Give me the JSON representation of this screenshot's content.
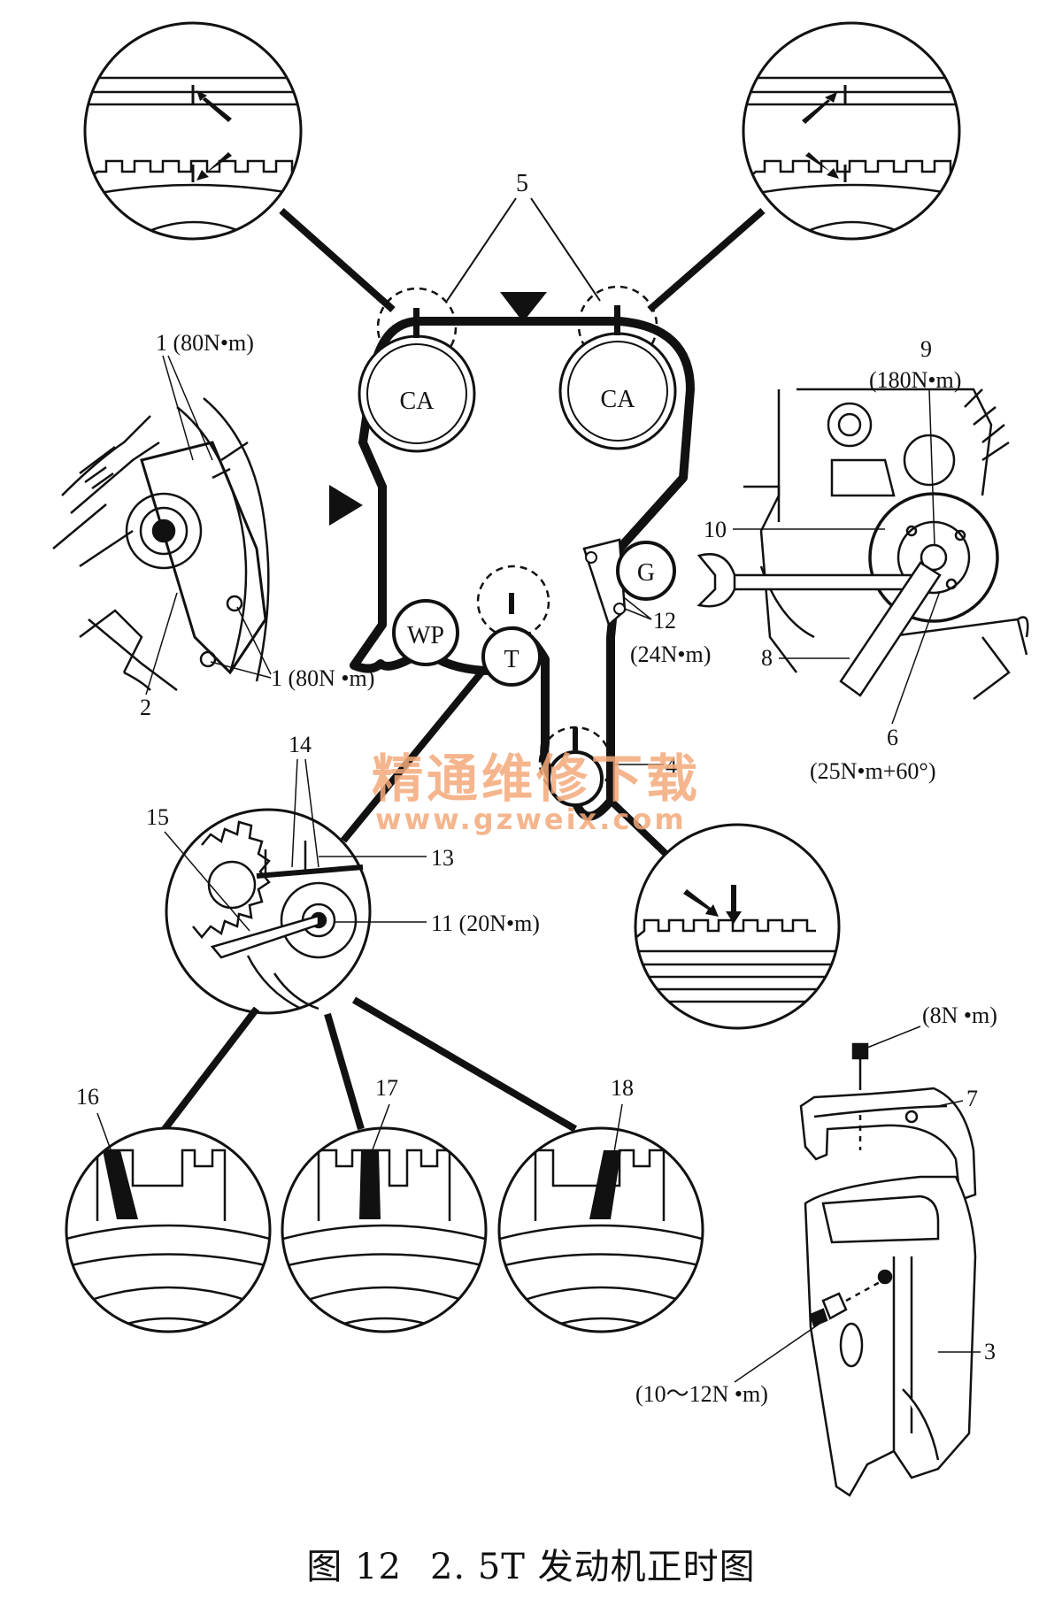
{
  "diagram": {
    "pulley_labels": {
      "cam_left": "CA",
      "cam_right": "CA",
      "water_pump": "WP",
      "tensioner": "T",
      "idler": "G"
    },
    "callouts": {
      "n1_top": "1 (80N•m)",
      "n1_bottom": "1 (80N •m)",
      "n2": "2",
      "n3": "3",
      "n4": "4",
      "n5": "5",
      "n6": "6",
      "n6_torque": "(25N•m+60°)",
      "n7": "7",
      "n8": "8",
      "n9": "9",
      "n9_torque": "(180N•m)",
      "n10": "10",
      "n11": "11 (20N•m)",
      "n12": "12",
      "n12_torque": "(24N•m)",
      "n13": "13",
      "n14": "14",
      "n15": "15",
      "n16": "16",
      "n17": "17",
      "n18": "18",
      "bolt_top_torque": "(8N •m)",
      "bolt_side_torque": "(10～12N •m)"
    },
    "watermark": {
      "text_cn": "精通维修下载",
      "text_url": "www.gzweix.com",
      "color": "#f4a97a"
    }
  },
  "caption": {
    "figure_no": "图 12",
    "title": "2. 5T 发动机正时图"
  }
}
